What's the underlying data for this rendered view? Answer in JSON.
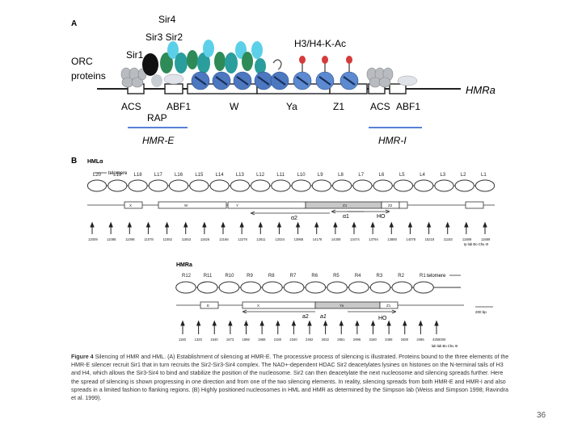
{
  "panel_a": {
    "label": "A",
    "proteins": {
      "sir4": "Sir4",
      "sir3_sir2": "Sir3 Sir2",
      "sir1": "Sir1",
      "orc": "ORC",
      "orc2": "proteins",
      "h3h4": "H3/H4-K-Ac"
    },
    "elements": {
      "acs1": "ACS",
      "abf1_1": "ABF1",
      "rap": "RAP",
      "w": "W",
      "ya": "Ya",
      "z1": "Z1",
      "acs2": "ACS",
      "abf1_2": "ABF1"
    },
    "locus": "HMRa",
    "silencer_e": "HMR-E",
    "silencer_i": "HMR-I"
  },
  "panel_b": {
    "label": "B",
    "hml": {
      "title": "HMLα",
      "telomere": "telomere",
      "nucleosomes": [
        "L20",
        "L19",
        "L18",
        "L17",
        "L16",
        "L15",
        "L14",
        "L13",
        "L12",
        "L11",
        "L10",
        "L9",
        "L8",
        "L7",
        "L6",
        "L5",
        "L4",
        "L3",
        "L2",
        "L1"
      ],
      "segments": [
        "X",
        "W",
        "Y",
        "Z1",
        "Z2"
      ],
      "genes": [
        "α2",
        "α1",
        "HO"
      ],
      "coords": [
        "12009",
        "11088",
        "11096",
        "11078",
        "11082",
        "11653",
        "11626",
        "12166",
        "12278",
        "12811",
        "12024",
        "13968",
        "14176",
        "14308",
        "13474",
        "13794",
        "13880",
        "14078",
        "15218",
        "11183",
        "11889",
        "11689"
      ],
      "source": "Ip lab Bo Chu III"
    },
    "hmr": {
      "title": "HMRa",
      "telomere": "telomere",
      "nucleosomes": [
        "R12",
        "R11",
        "R10",
        "R9",
        "R8",
        "R7",
        "R6",
        "R5",
        "R4",
        "R3",
        "R2",
        "R1"
      ],
      "segments": [
        "E",
        "X",
        "Ya",
        "Z1"
      ],
      "genes": [
        "a2",
        "a1",
        "HO"
      ],
      "scale": "200 bp",
      "coords": [
        "1160",
        "1320",
        "1540",
        "1673",
        "1896",
        "1968",
        "2180",
        "2340",
        "2482",
        "2632",
        "2851",
        "2996",
        "3160",
        "3458",
        "3480",
        "3496",
        "4258000"
      ],
      "source": "lab lab Bo Chu III"
    }
  },
  "caption": {
    "lead": "Figure 4",
    "text": "Silencing of HMR and HML. (A) Establishment of silencing at HMR-E. The processive process of silencing is illustrated. Proteins bound to the three elements of the HMR-E silencer recruit Sir1 that in turn recruits the Sir2-Sir3-Sir4 complex. The NAD+-dependent HDAC Sir2 deacetylates lysines on histones on the N-terminal tails of H3 and H4, which allows the Sir3-Sir4 to bind and stabilize the position of the nucleosome. Sir2 can then deacetylate the next nucleosome and silencing spreads further. Here the spread of silencing is shown progressing in one direction and from one of the two silencing elements. In reality, silencing spreads from both HMR-E and HMR-I and also spreads in a limited fashion to flanking regions. (B) Highly positioned nucleosomes in HML and HMR as determined by the Simpson lab (Weiss and Simpson 1998; Ravindra et al. 1999)."
  },
  "page_number": "36",
  "colors": {
    "sir_teal": "#2a9d9d",
    "sir_green": "#2e8b57",
    "sir_cyan": "#5cd0e8",
    "nucleosome_blue": "#4c78c0",
    "acetyl_red": "#d43c3c",
    "silencer_bar": "#5b7fd6"
  }
}
